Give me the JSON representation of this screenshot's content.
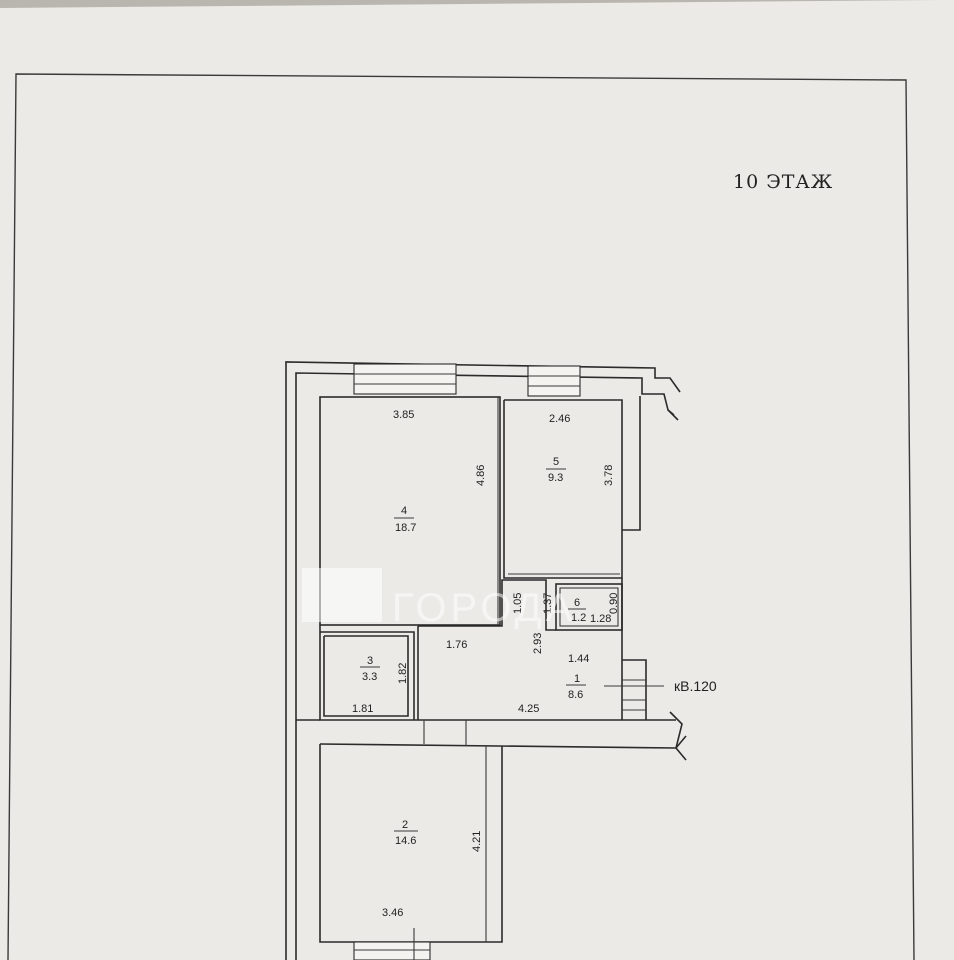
{
  "floor_title": "10 ЭТАЖ",
  "apartment_label": "кВ.120",
  "watermark": "ГОРОДА",
  "rooms": [
    {
      "number": "4",
      "area": "18.7",
      "width": "3.85",
      "depth": "4.86"
    },
    {
      "number": "5",
      "area": "9.3",
      "width": "2.46",
      "depth": "3.78"
    },
    {
      "number": "6",
      "area": "1.2",
      "width": "1.28",
      "depth": "0.90"
    },
    {
      "number": "3",
      "area": "3.3",
      "width": "1.81",
      "depth": "1.82"
    },
    {
      "number": "1",
      "area": "8.6",
      "width": "4.25",
      "depth": "2.93"
    },
    {
      "number": "2",
      "area": "14.6",
      "width": "3.46",
      "depth": "4.21"
    }
  ],
  "extra_dimensions": {
    "hall_upper_width": "1.76",
    "hall_right_width": "1.44",
    "passage_height_a": "1.05",
    "passage_height_b": "1.37"
  },
  "colors": {
    "paper": "#eceae6",
    "ink": "#2b2b2b",
    "background": "#b9b6b0"
  }
}
